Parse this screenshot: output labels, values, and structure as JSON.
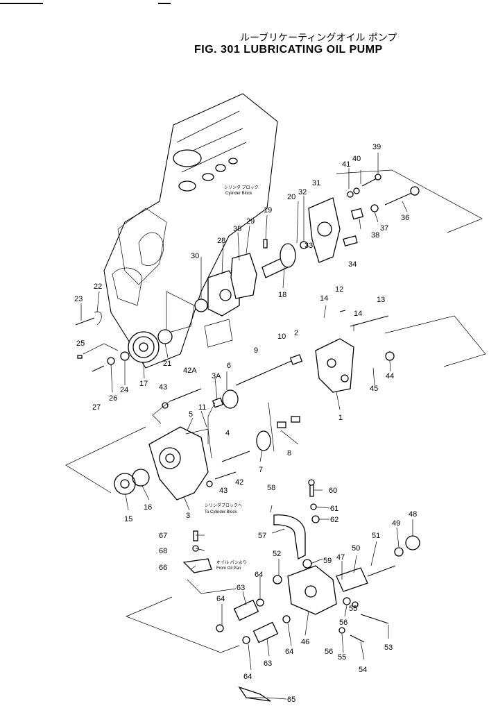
{
  "header": {
    "title_jp": "ルーブリケーティングオイル ポンプ",
    "title_en": "FIG. 301  LUBRICATING OIL PUMP"
  },
  "annotations": {
    "cylinder_block_jp": "シリンダ ブロック",
    "cylinder_block_en": "Cylinder Block",
    "to_cylinder_block_jp": "シリンダブロックへ",
    "to_cylinder_block_en": "To Cylinder Block",
    "from_oil_pan_jp": "オイル パンより",
    "from_oil_pan_en": "From Oil Pan"
  },
  "callouts": [
    "1",
    "2",
    "3",
    "3A",
    "4",
    "5",
    "6",
    "7",
    "8",
    "9",
    "10",
    "11",
    "12",
    "13",
    "14",
    "14",
    "15",
    "16",
    "17",
    "18",
    "19",
    "20",
    "21",
    "22",
    "23",
    "24",
    "25",
    "26",
    "27",
    "28",
    "29",
    "30",
    "31",
    "32",
    "33",
    "34",
    "35",
    "36",
    "37",
    "38",
    "39",
    "40",
    "41",
    "42",
    "42A",
    "43",
    "43",
    "44",
    "45",
    "46",
    "47",
    "48",
    "49",
    "50",
    "51",
    "52",
    "53",
    "54",
    "55",
    "55",
    "56",
    "56",
    "57",
    "58",
    "59",
    "60",
    "61",
    "62",
    "63",
    "63",
    "64",
    "64",
    "64",
    "64",
    "65",
    "66",
    "67",
    "68"
  ]
}
